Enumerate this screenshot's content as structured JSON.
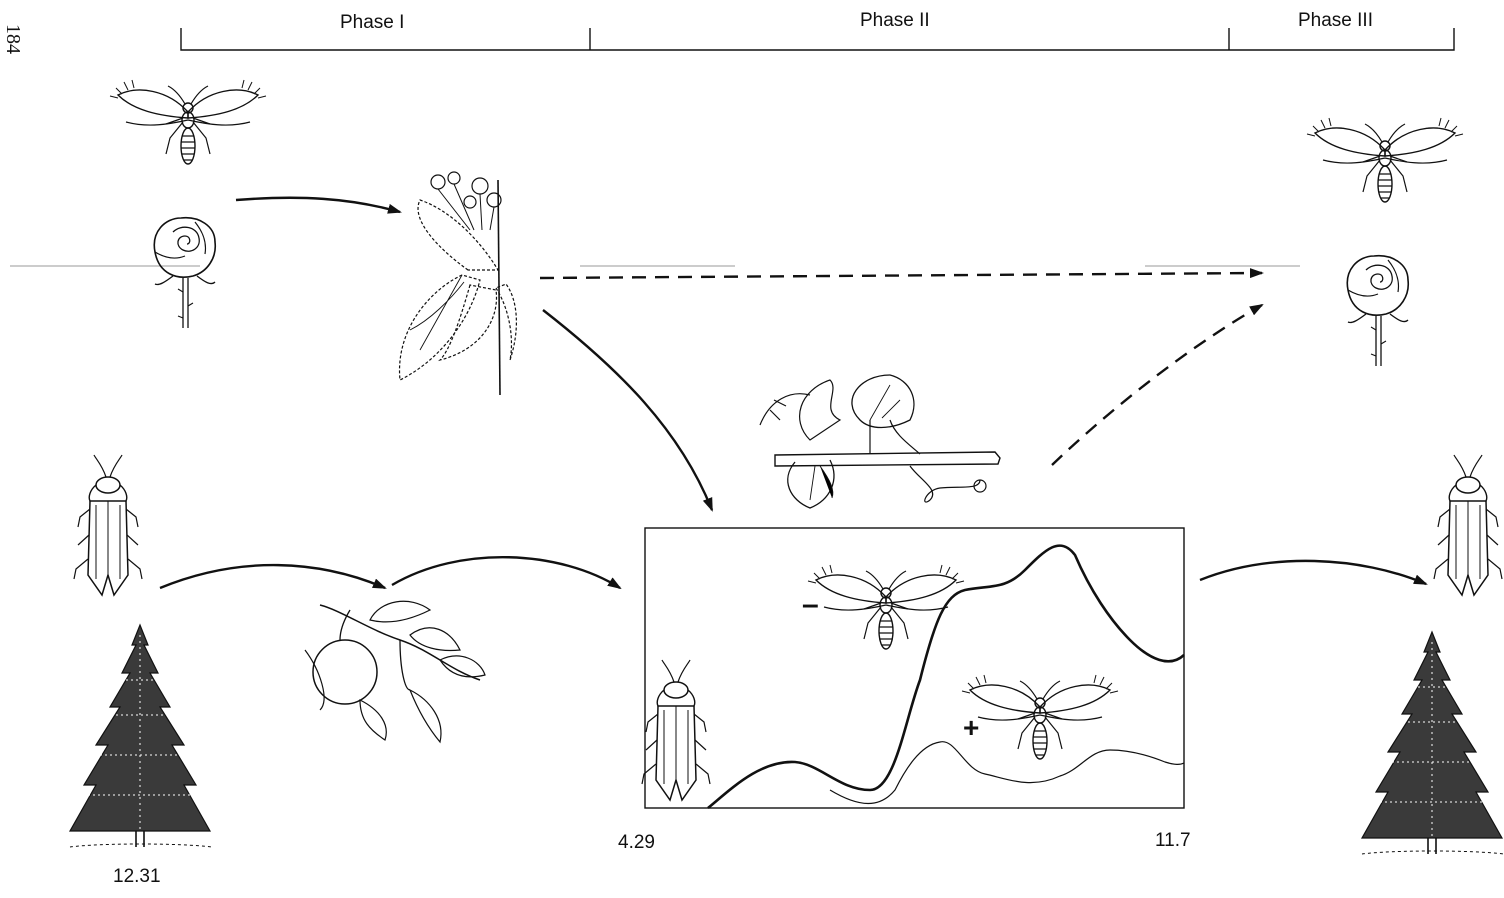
{
  "page_number": "184",
  "phases": [
    {
      "label": "Phase I"
    },
    {
      "label": "Phase II"
    },
    {
      "label": "Phase III"
    }
  ],
  "labels": {
    "tree_date_left": "12.31",
    "range_start": "4.29",
    "range_end": "11.7",
    "minus_sign": "–",
    "plus_sign": "+"
  },
  "icons": [
    "wasp-icon",
    "rose-icon",
    "bramble-flower-icon",
    "leafhopper-icon",
    "conifer-tree-icon",
    "apple-branch-icon",
    "grape-vine-icon"
  ]
}
